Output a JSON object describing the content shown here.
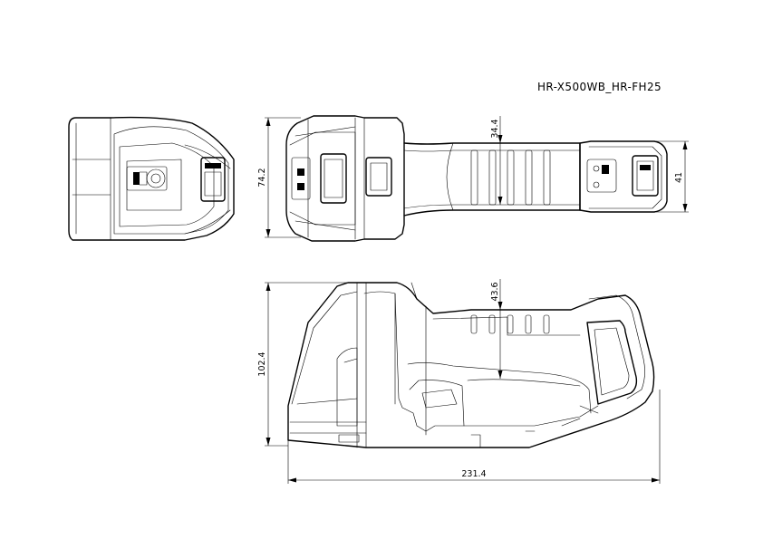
{
  "title": "HR-X500WB_HR-FH25",
  "dimensions": {
    "top_height": "74.2",
    "grip_width": "34.4",
    "tail_height": "41",
    "side_height": "102.4",
    "grip_depth": "43.6",
    "overall_length": "231.4"
  }
}
